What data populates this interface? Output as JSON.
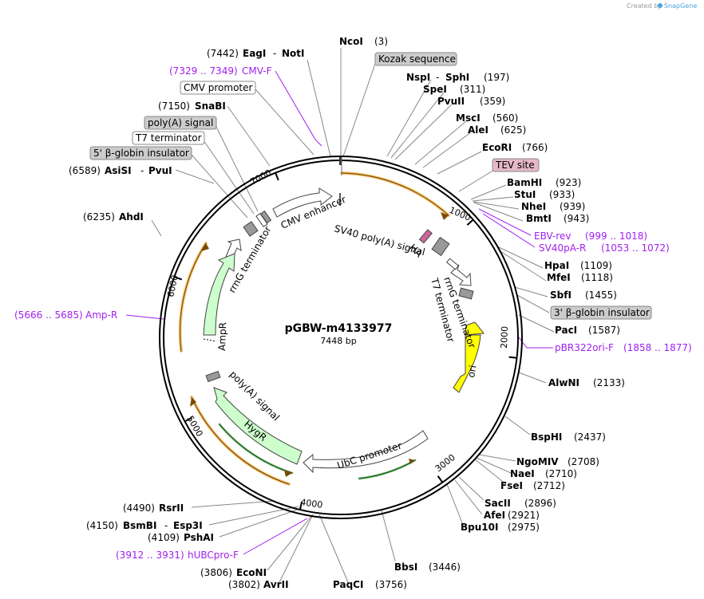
{
  "credit": {
    "prefix": "Created by",
    "brand": "SnapGene"
  },
  "plasmid": {
    "name": "pGBW-m4133977",
    "length_label": "7448 bp",
    "length": 7448
  },
  "ticks": [
    "1000",
    "2000",
    "3000",
    "4000",
    "5000",
    "6000",
    "7000"
  ],
  "features": [
    {
      "name": "CMV enhancer",
      "color": "#ffffff"
    },
    {
      "name": "SV40 poly(A) signal",
      "color": "#999999"
    },
    {
      "name": "HA",
      "color": "#cc6699"
    },
    {
      "name": "rrnG terminator",
      "color": "#ffffff"
    },
    {
      "name": "T7 terminator",
      "color": "#999999"
    },
    {
      "name": "ori",
      "color": "#ffff00"
    },
    {
      "name": "UbC promoter",
      "color": "#ffffff"
    },
    {
      "name": "HygR",
      "color": "#ccffcc"
    },
    {
      "name": "poly(A) signal",
      "color": "#999999"
    },
    {
      "name": "AmpR",
      "color": "#ccffcc"
    },
    {
      "name": "rrnG terminator",
      "color": "#ffffff"
    }
  ],
  "labels": {
    "ncoi": {
      "name": "NcoI",
      "pos": "(3)"
    },
    "kozak": "Kozak sequence",
    "nspi": {
      "name": "NspI",
      "sep": "-",
      "name2": "SphI",
      "pos": "(197)"
    },
    "spei": {
      "name": "SpeI",
      "pos": "(311)"
    },
    "pvuii": {
      "name": "PvuII",
      "pos": "(359)"
    },
    "msci": {
      "name": "MscI",
      "pos": "(560)"
    },
    "alei": {
      "name": "AleI",
      "pos": "(625)"
    },
    "ecori": {
      "name": "EcoRI",
      "pos": "(766)"
    },
    "tev": "TEV site",
    "bamhi": {
      "name": "BamHI",
      "pos": "(923)"
    },
    "stui": {
      "name": "StuI",
      "pos": "(933)"
    },
    "nhei": {
      "name": "NheI",
      "pos": "(939)"
    },
    "bmti": {
      "name": "BmtI",
      "pos": "(943)"
    },
    "ebv": {
      "name": "EBV-rev",
      "pos": "(999 .. 1018)"
    },
    "sv40pa": {
      "name": "SV40pA-R",
      "pos": "(1053 .. 1072)"
    },
    "hpai": {
      "name": "HpaI",
      "pos": "(1109)"
    },
    "mfei": {
      "name": "MfeI",
      "pos": "(1118)"
    },
    "sbfi": {
      "name": "SbfI",
      "pos": "(1455)"
    },
    "bglobin3": "3' β-globin insulator",
    "paci": {
      "name": "PacI",
      "pos": "(1587)"
    },
    "pbr": {
      "name": "pBR322ori-F",
      "pos": "(1858 .. 1877)"
    },
    "alwni": {
      "name": "AlwNI",
      "pos": "(2133)"
    },
    "bsphi": {
      "name": "BspHI",
      "pos": "(2437)"
    },
    "ngomiv": {
      "name": "NgoMIV",
      "pos": "(2708)"
    },
    "naei": {
      "name": "NaeI",
      "pos": "(2710)"
    },
    "fsei": {
      "name": "FseI",
      "pos": "(2712)"
    },
    "sacii": {
      "name": "SacII",
      "pos": "(2896)"
    },
    "afei": {
      "name": "AfeI",
      "pos": "(2921)"
    },
    "bpu": {
      "name": "Bpu10I",
      "pos": "(2975)"
    },
    "bbsi": {
      "name": "BbsI",
      "pos": "(3446)"
    },
    "paqci": {
      "name": "PaqCI",
      "pos": "(3756)"
    },
    "avrii": {
      "name": "AvrII",
      "pos": "(3802)"
    },
    "econi": {
      "name": "EcoNI",
      "pos": "(3806)"
    },
    "hubc": {
      "name": "hUBCpro-F",
      "pos": "(3912 .. 3931)"
    },
    "pshai": {
      "name": "PshAI",
      "pos": "(4109)"
    },
    "bsmbi": {
      "name": "BsmBI",
      "sep": "-",
      "name2": "Esp3I",
      "pos": "(4150)"
    },
    "rsrii": {
      "name": "RsrII",
      "pos": "(4490)"
    },
    "ampr": {
      "name": "Amp-R",
      "pos": "(5666 .. 5685)"
    },
    "ahdi": {
      "name": "AhdI",
      "pos": "(6235)"
    },
    "asisi": {
      "name": "AsiSI",
      "sep": "-",
      "name2": "PvuI",
      "pos": "(6589)"
    },
    "bglobin5": "5' β-globin insulator",
    "t7term": "T7 terminator",
    "polya": "poly(A) signal",
    "snabi": {
      "name": "SnaBI",
      "pos": "(7150)"
    },
    "cmvprom": "CMV promoter",
    "cmvf": {
      "name": "CMV-F",
      "pos": "(7329 .. 7349)"
    },
    "eagi": {
      "name": "EagI",
      "sep": "-",
      "name2": "NotI",
      "pos": "(7442)"
    }
  }
}
